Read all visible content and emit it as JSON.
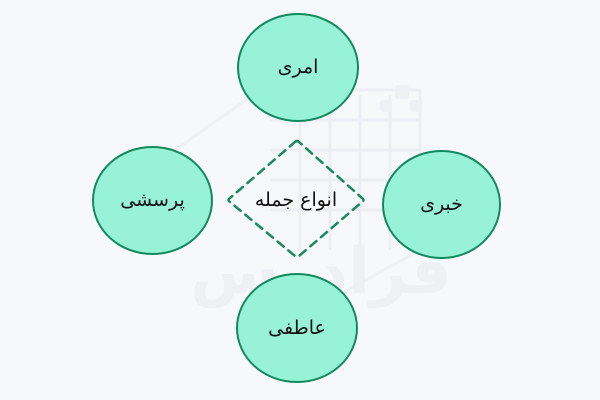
{
  "diagram": {
    "title": "انواع جمله",
    "center": {
      "label": "انواع جمله",
      "shape": "dashed-diamond"
    },
    "nodes": [
      {
        "id": "top",
        "label": "امری",
        "position": "top"
      },
      {
        "id": "right",
        "label": "خبری",
        "position": "right"
      },
      {
        "id": "bottom",
        "label": "عاطفی",
        "position": "bottom"
      },
      {
        "id": "left",
        "label": "پرسشی",
        "position": "left"
      }
    ],
    "watermark": {
      "text": "فرادرس",
      "icon": "faradars-logo-icon"
    }
  },
  "colors": {
    "background": "#f7f8fa",
    "node_fill": "#98f3d6",
    "node_stroke": "#138a5d",
    "diamond_stroke": "#1a8a5c",
    "text": "#111111",
    "watermark": "#eceef2"
  }
}
